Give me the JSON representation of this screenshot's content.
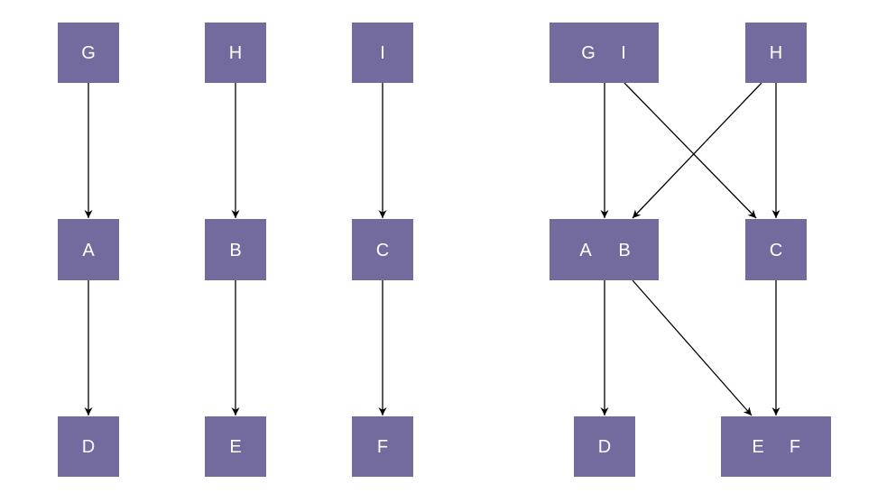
{
  "colors": {
    "node_fill": "#736b9e",
    "node_text": "#ffffff",
    "edge": "#000000",
    "background": "#ffffff"
  },
  "left_graph": {
    "nodes": {
      "g": "G",
      "h": "H",
      "i": "I",
      "a": "A",
      "b": "B",
      "c": "C",
      "d": "D",
      "e": "E",
      "f": "F"
    }
  },
  "right_graph": {
    "nodes": {
      "gi": {
        "left": "G",
        "right": "I"
      },
      "h": "H",
      "ab": {
        "left": "A",
        "right": "B"
      },
      "c": "C",
      "d": "D",
      "ef": {
        "left": "E",
        "right": "F"
      }
    }
  }
}
